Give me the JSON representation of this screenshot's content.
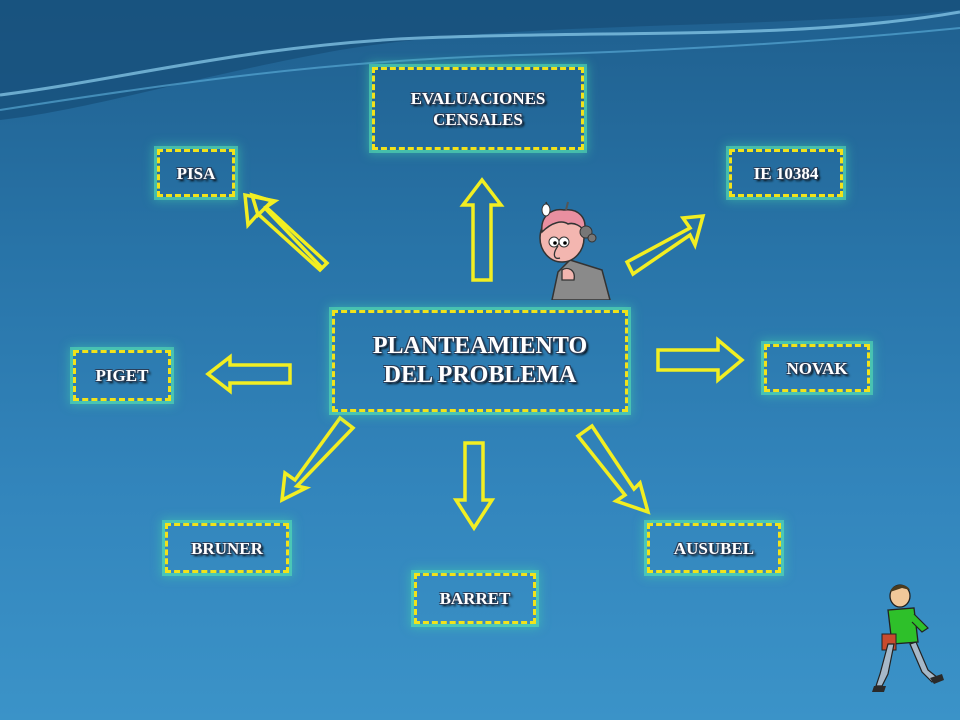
{
  "central": {
    "label": "PLANTEAMIENTO\nDEL PROBLEMA"
  },
  "nodes": {
    "evaluaciones": "EVALUACIONES\nCENSALES",
    "pisa": "PISA",
    "ie": "IE 10384",
    "piget": "PIGET",
    "novak": "NOVAK",
    "bruner": "BRUNER",
    "barret": "BARRET",
    "ausubel": "AUSUBEL"
  },
  "colors": {
    "box_border": "#f2e21a",
    "arrow": "#f2ee22",
    "text": "#ffffff",
    "background": "#2a7bb0"
  },
  "icons": [
    "thinking-man-clipart-icon",
    "walking-man-clipart-icon"
  ]
}
